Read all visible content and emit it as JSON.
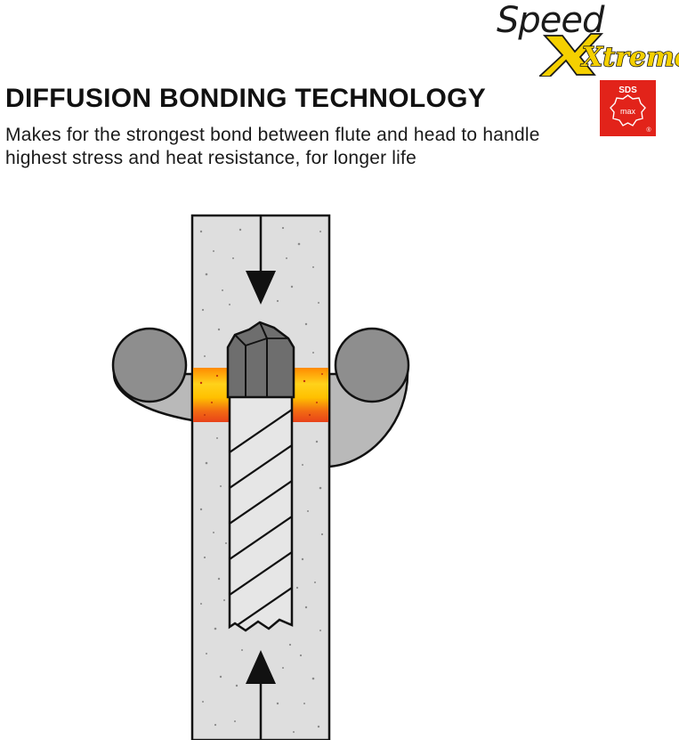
{
  "brand": {
    "word1": "Speed",
    "word2": "Xtreme",
    "badge_top": "SDS",
    "badge_mid": "max",
    "badge_mark": "®"
  },
  "headline": "DIFFUSION BONDING TECHNOLOGY",
  "description": "Makes for the strongest bond between flute and head to handle highest stress and heat resistance, for longer life",
  "colors": {
    "badge_red": "#e2231a",
    "xtreme_yellow": "#f5d000",
    "concrete": "#dedede",
    "electrode_grey": "#8e8e8e",
    "carbide_grey": "#6e6e6e",
    "heat_orange": "#ffb300",
    "heat_red": "#e8421a"
  },
  "icons": {
    "arrow_top": "arrow-down-icon",
    "arrow_bottom": "arrow-up-icon"
  }
}
